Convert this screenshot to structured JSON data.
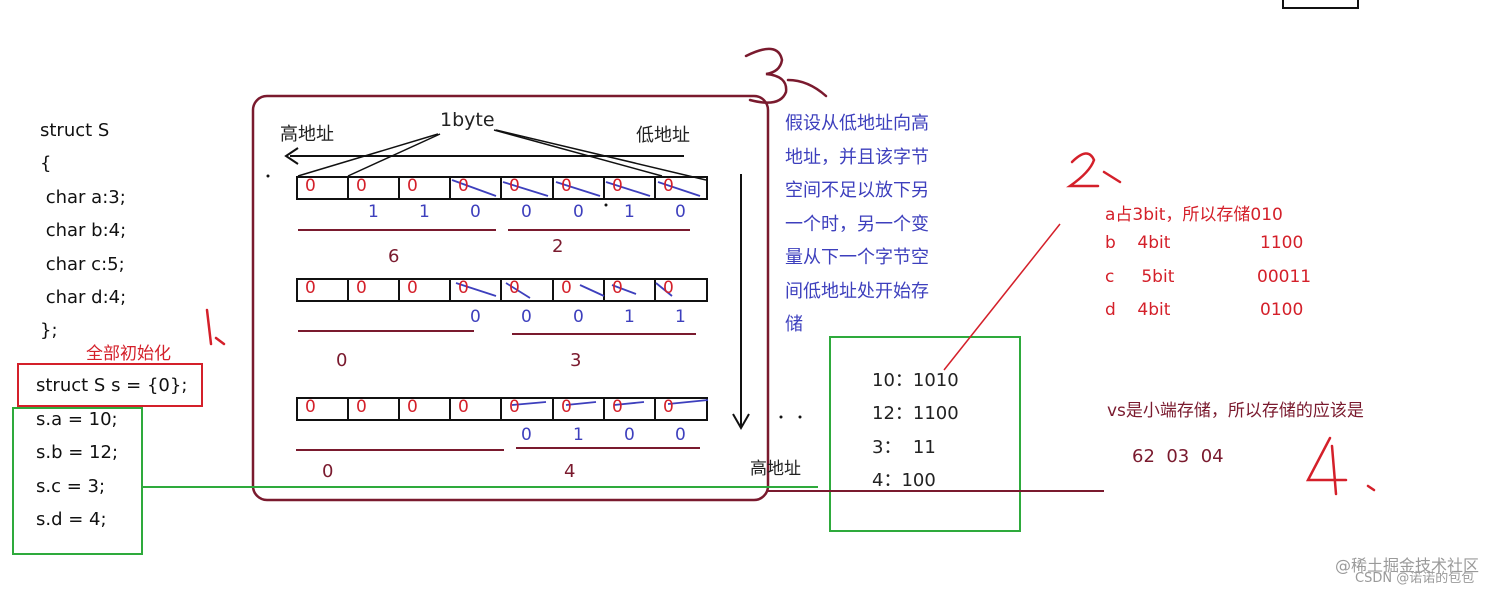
{
  "code": {
    "lines": [
      "struct S",
      "{",
      " char a:3;",
      " char b:4;",
      " char c:5;",
      " char d:4;",
      "};"
    ],
    "init_label": "全部初始化",
    "init_line": "struct S s = {0};",
    "assign_lines": [
      "s.a = 10;",
      "s.b = 12;",
      "s.c = 3;",
      "s.d = 4;"
    ]
  },
  "markers": {
    "one": "1.",
    "two": "2、",
    "three": "3、",
    "four": "4."
  },
  "memory": {
    "high_addr": "高地址",
    "low_addr": "低地址",
    "byte_label": "1byte",
    "high_addr_bottom": "高地址",
    "rows": [
      {
        "top_bits": [
          "0",
          "0",
          "0",
          "0",
          "0",
          "0",
          "0",
          "0"
        ],
        "bottom_bits": [
          "",
          "1",
          "1",
          "0",
          "0",
          "0",
          "1",
          "0"
        ],
        "hex_left": "6",
        "hex_right": "2"
      },
      {
        "top_bits": [
          "0",
          "0",
          "0",
          "0",
          "0",
          "0",
          "0",
          "0"
        ],
        "bottom_bits": [
          "",
          "",
          "",
          "0",
          "0",
          "0",
          "1",
          "1"
        ],
        "hex_left": "0",
        "hex_right": "3"
      },
      {
        "top_bits": [
          "0",
          "0",
          "0",
          "0",
          "0",
          "0",
          "0",
          "0"
        ],
        "bottom_bits": [
          "",
          "",
          "",
          "",
          "0",
          "1",
          "0",
          "0"
        ],
        "hex_left": "0",
        "hex_right": "4"
      }
    ]
  },
  "note": {
    "lines": [
      "假设从低地址向高",
      "地址，并且该字节",
      "空间不足以放下另",
      "一个时，另一个变",
      "量从下一个字节空",
      "间低地址处开始存",
      "储"
    ]
  },
  "binary_box": {
    "lines": [
      "10：1010",
      "12：1100",
      "3：  11",
      "4：100"
    ]
  },
  "bits_table": [
    {
      "name": "a占3bit，所以存储010",
      "value": ""
    },
    {
      "name": "b    4bit",
      "value": "1100"
    },
    {
      "name": "c     5bit",
      "value": "00011"
    },
    {
      "name": "d    4bit",
      "value": "0100"
    }
  ],
  "conclusion": {
    "text": "vs是小端存储，所以存储的应该是",
    "bytes": "62  03  04"
  },
  "watermark": {
    "line1": "@稀土掘金技术社区",
    "line2": "CSDN @诺诺的包包"
  }
}
